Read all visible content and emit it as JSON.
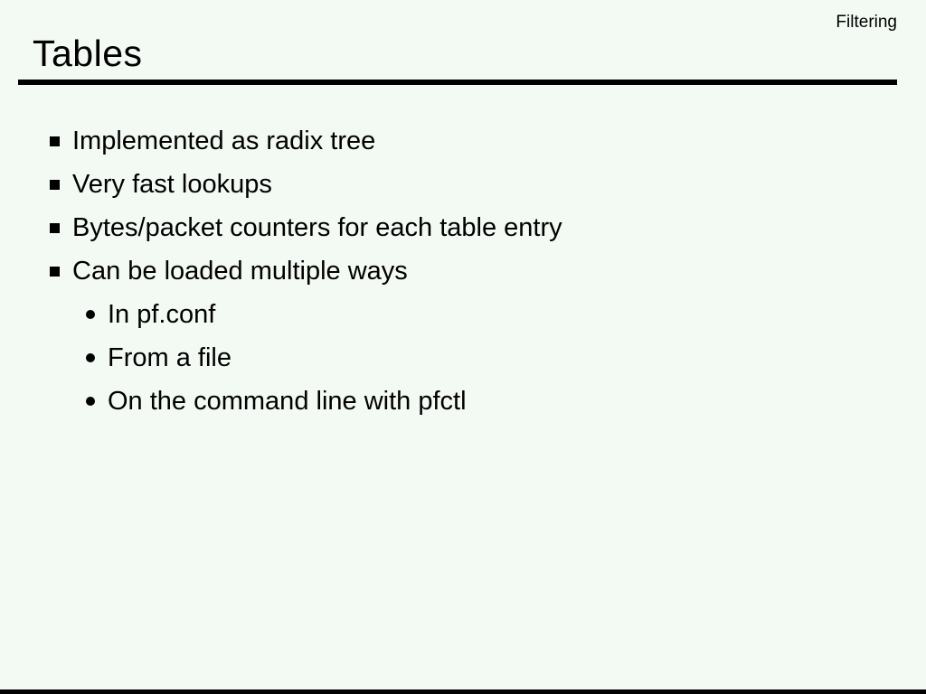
{
  "slide": {
    "corner_label": "Filtering",
    "title": "Tables",
    "bullets": [
      {
        "level": 1,
        "text": "Implemented as radix tree"
      },
      {
        "level": 1,
        "text": "Very fast lookups"
      },
      {
        "level": 1,
        "text": "Bytes/packet counters for each table entry"
      },
      {
        "level": 1,
        "text": "Can be loaded multiple ways"
      },
      {
        "level": 2,
        "text": "In pf.conf"
      },
      {
        "level": 2,
        "text": "From a file"
      },
      {
        "level": 2,
        "text": "On the command line with pfctl"
      }
    ],
    "colors": {
      "background": "#f3f9f3",
      "text": "#000000",
      "rule": "#000000"
    }
  }
}
